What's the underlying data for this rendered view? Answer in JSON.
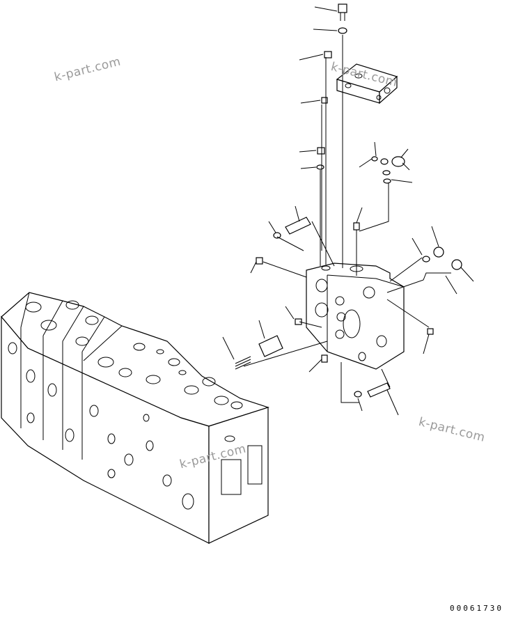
{
  "watermarks": {
    "wm1": "k-part.com",
    "wm2": "k-part.com",
    "wm3": "k-part.com",
    "wm4": "k-part.com"
  },
  "drawing_number": "00061730",
  "colors": {
    "line": "#000000",
    "watermark": "#9a9a9a",
    "background": "#ffffff"
  }
}
